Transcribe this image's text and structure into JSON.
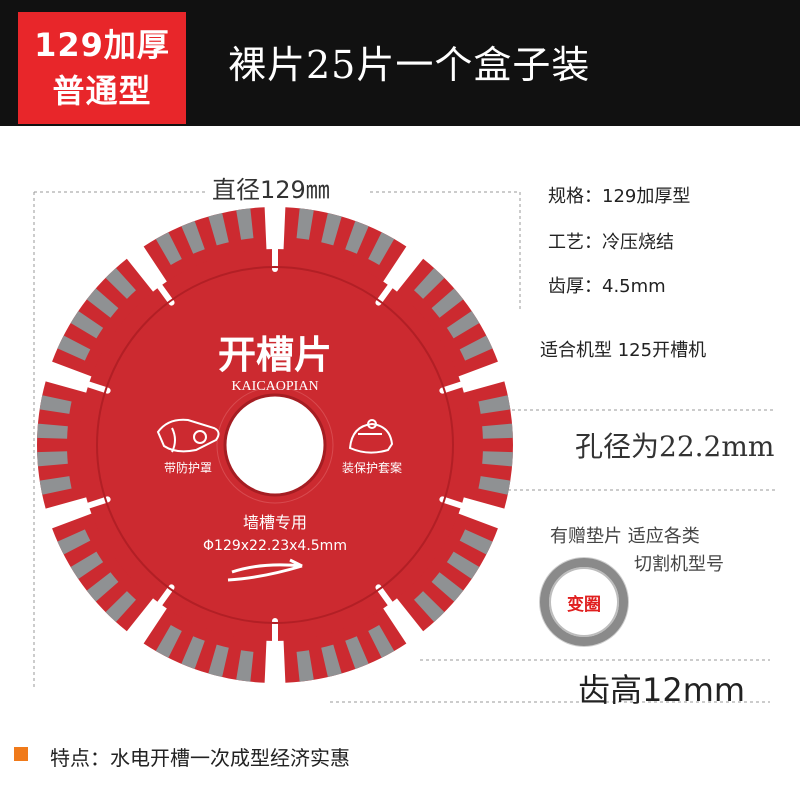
{
  "header": {
    "badge_line1": "129加厚",
    "badge_line2": "普通型",
    "title": "裸片25片一个盒子装"
  },
  "dimensions": {
    "diameter": "直径129㎜",
    "hole": "孔径为22.2mm",
    "tooth_height": "齿高12mm"
  },
  "specs": [
    {
      "text": "规格：129加厚型"
    },
    {
      "text": "工艺：冷压烧结"
    },
    {
      "text": "齿厚：4.5mm"
    },
    {
      "text": "适合机型 125开槽机"
    }
  ],
  "gift": {
    "line1": "有赠垫片 适应各类",
    "line2": "切割机型号",
    "ring_label": "变圈"
  },
  "blade": {
    "brand_cn": "开槽片",
    "brand_en": "KAICAOPIAN",
    "left_icon_caption": "带防护罩",
    "right_icon_caption": "装保护套案",
    "usage": "墙槽专用",
    "size": "Φ129x22.23x4.5mm",
    "color": "#cc2a30",
    "segment_color": "#8f9193"
  },
  "feature": {
    "text": "特点：水电开槽一次成型经济实惠"
  },
  "colors": {
    "header_bg": "#111111",
    "badge_bg": "#e8262a",
    "bullet": "#f07a1a"
  }
}
